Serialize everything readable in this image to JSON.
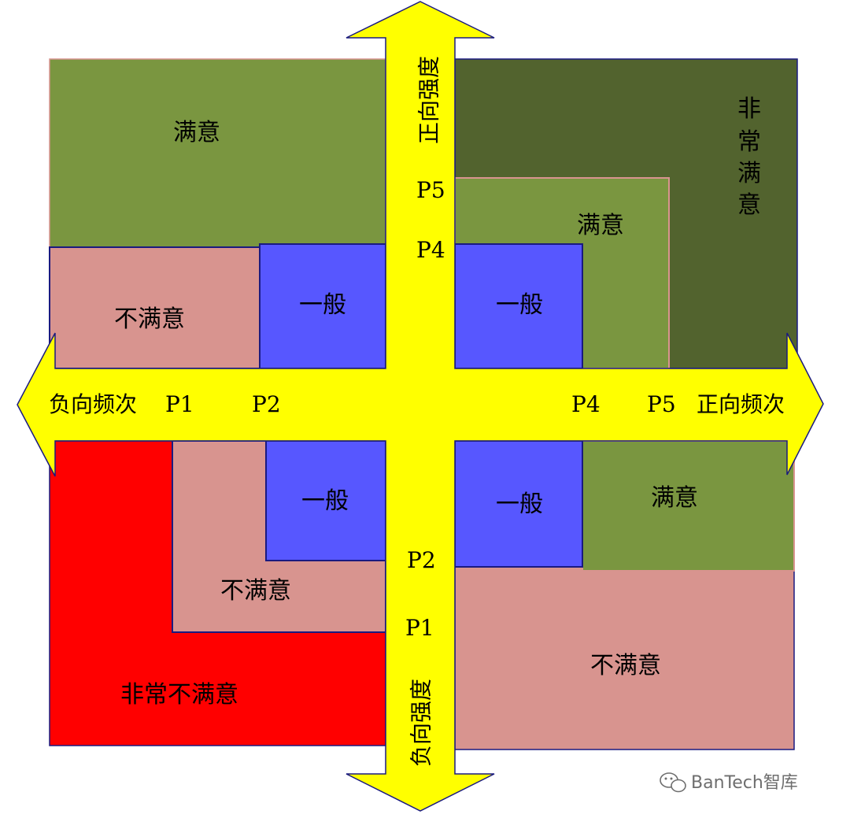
{
  "colors": {
    "satisfied": "#7a9640",
    "very_satisfied": "#52632e",
    "dissatisfied": "#d8948f",
    "neutral": "#5757ff",
    "very_dissatisfied": "#ff0000",
    "axis": "#ffff00",
    "outline": "#1a1a80"
  },
  "axes": {
    "pos_intensity": "正向强度",
    "neg_intensity": "负向强度",
    "pos_frequency": "正向频次",
    "neg_frequency": "负向频次"
  },
  "markers": {
    "top_p5": "P5",
    "top_p4": "P4",
    "bottom_p2": "P2",
    "bottom_p1": "P1",
    "left_p1": "P1",
    "left_p2": "P2",
    "right_p4": "P4",
    "right_p5": "P5"
  },
  "quadrants": {
    "top_left": {
      "satisfied": "满意",
      "dissatisfied": "不满意",
      "neutral": "一般"
    },
    "top_right": {
      "very_satisfied": "非常满意",
      "very_satisfied_chars": [
        "非",
        "常",
        "满",
        "意"
      ],
      "satisfied": "满意",
      "neutral": "一般"
    },
    "bottom_left": {
      "neutral": "一般",
      "dissatisfied": "不满意",
      "very_dissatisfied": "非常不满意"
    },
    "bottom_right": {
      "neutral": "一般",
      "satisfied": "满意",
      "dissatisfied": "不满意"
    }
  },
  "watermark": {
    "icon": "wechat-icon",
    "text": "BanTech智库"
  }
}
